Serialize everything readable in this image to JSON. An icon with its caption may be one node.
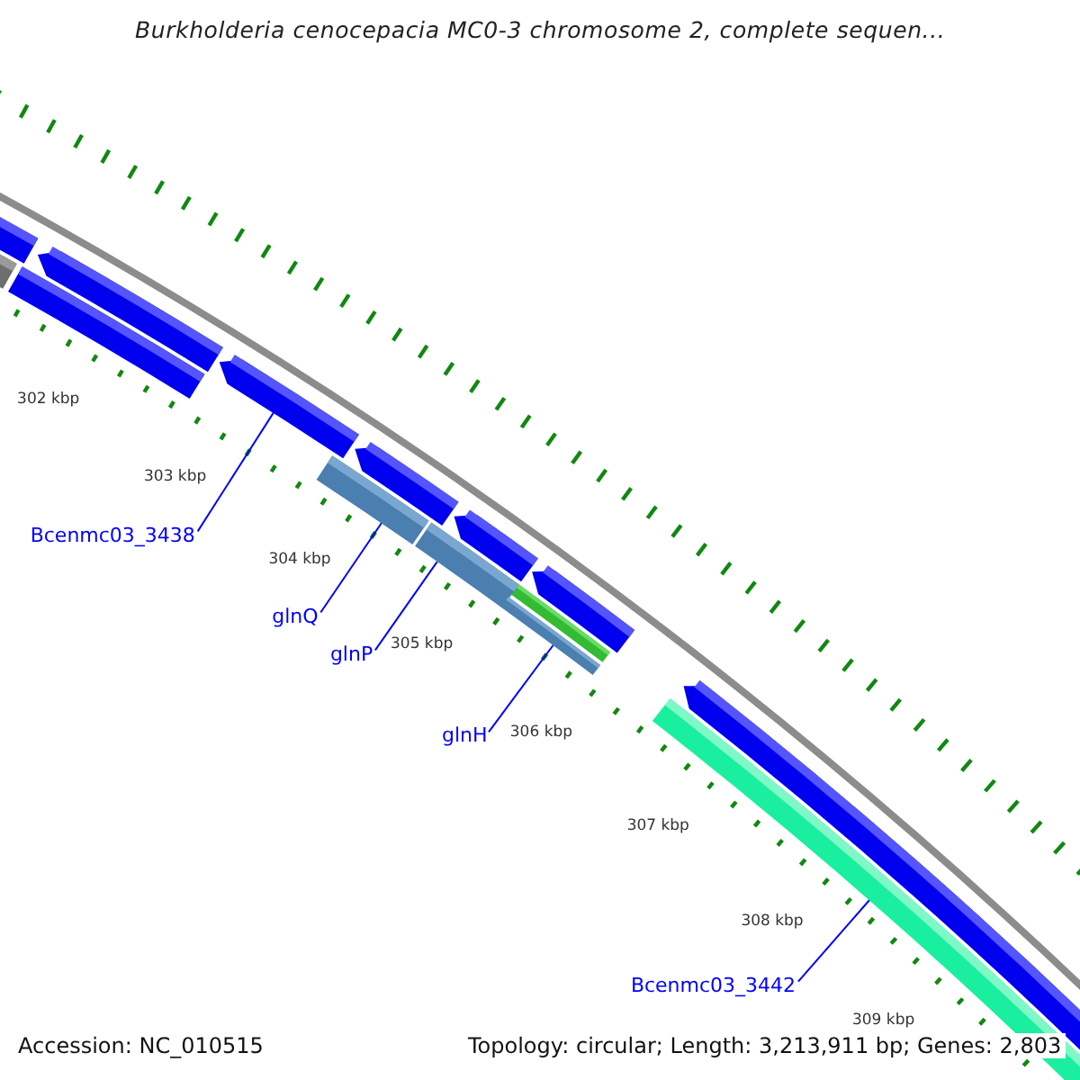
{
  "diagram": {
    "title": "Burkholderia cenocepacia MC0-3 chromosome 2, complete sequen...",
    "nodes": [
      {
        "text": [
          "Bcenmc03_3438"
        ]
      },
      {
        "text": [
          "glnQ"
        ]
      },
      {
        "text": [
          "glnP"
        ]
      },
      {
        "text": [
          "glnH"
        ]
      },
      {
        "text": [
          "Bcenmc03_3442"
        ]
      },
      {
        "text": [],
        "shape": "bar"
      },
      {
        "text": [],
        "shape": "bar"
      },
      {
        "text": [],
        "shape": "bar"
      },
      {
        "text": [],
        "shape": "bar"
      },
      {
        "text": [],
        "shape": "bar"
      }
    ],
    "edges": [
      {
        "from": 0,
        "to": 5,
        "arrow": "none"
      },
      {
        "from": 1,
        "to": 6,
        "arrow": "none"
      },
      {
        "from": 2,
        "to": 7,
        "arrow": "none"
      },
      {
        "from": 3,
        "to": 8,
        "arrow": "none"
      },
      {
        "from": 4,
        "to": 9,
        "arrow": "none"
      }
    ],
    "labels": [
      "302 kbp",
      "303 kbp",
      "304 kbp",
      "305 kbp",
      "306 kbp",
      "307 kbp",
      "308 kbp",
      "309 kbp",
      "Accession: NC_010515",
      "Topology: circular; Length: 3,213,911 bp; Genes: 2,803"
    ]
  }
}
